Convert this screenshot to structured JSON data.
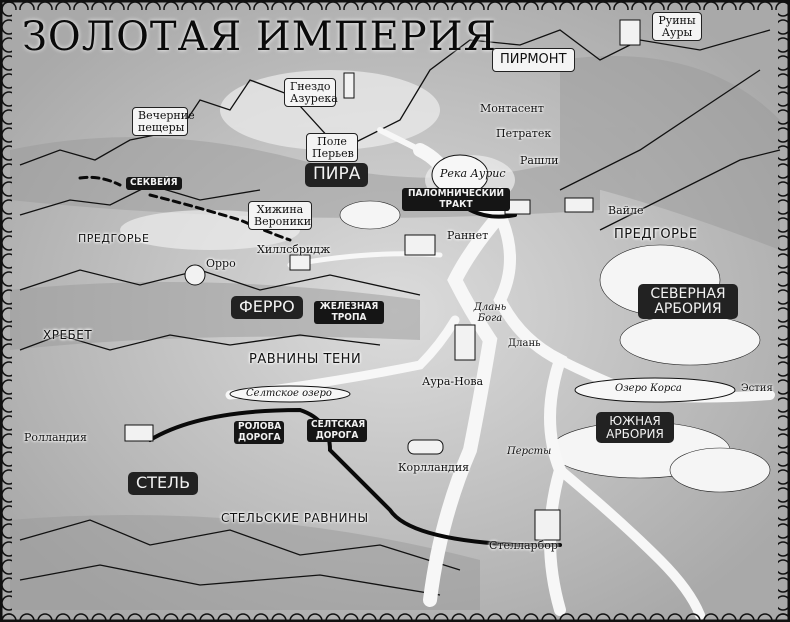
{
  "title": "ЗОЛОТАЯ ИМПЕРИЯ",
  "colors": {
    "land": "#c8c8c8",
    "water": "#f7f7f7",
    "road": "#0a0a0a",
    "label_dark": "#222222",
    "border": "#111111"
  },
  "regions": {
    "pira": "ПИРА",
    "ferro": "ФЕРРО",
    "stel": "СТЕЛЬ",
    "north_arboria": "СЕВЕРНАЯ АРБОРИЯ",
    "south_arboria": "ЮЖНАЯ АРБОРИЯ"
  },
  "roads": {
    "sekveya": "СЕКВЕЙЯ",
    "pilgrim_path": "ПАЛОМНИЧЕСКИЙ ТРАКТ",
    "iron_path": "ЖЕЛЕЗНАЯ ТРОПА",
    "rolova_road": "РОЛОВА ДОРОГА",
    "seltskaya_road": "СЕЛТСКАЯ ДОРОГА"
  },
  "landmarks": {
    "azurek_nest": "Гнездо Азурека",
    "evening_caves": "Вечерние пещеры",
    "feather_field": "Поле Перьев",
    "veronika_hut": "Хижина Вероники",
    "pirmont": "ПИРМОНТ",
    "aura_ruins": "Руины Ауры"
  },
  "terrain": {
    "foothills_west": "ПРЕДГОРЬЕ",
    "foothills_east": "ПРЕДГОРЬЕ",
    "ridge": "ХРЕБЕТ",
    "shadow_plains": "РАВНИНЫ ТЕНИ",
    "stel_plains": "СТЕЛЬСКИЕ РАВНИНЫ"
  },
  "towns": {
    "montasent": "Монтасент",
    "petratek": "Петратек",
    "rashli": "Рашли",
    "vayle": "Вайле",
    "rannet": "Раннет",
    "hillsbridge": "Хиллсбридж",
    "orro": "Орро",
    "aura_nova": "Аура-Нова",
    "estia": "Эстия",
    "rollandia": "Ролландия",
    "korllandia": "Корлландия",
    "stellarbor": "Стелларбор",
    "dlan": "Длань"
  },
  "water": {
    "auris_river": "Река Аурис",
    "selt_lake": "Селтское озеро",
    "korsa_lake": "Озеро Корса",
    "gods_hand": "Длань Бога",
    "fingers": "Персты"
  }
}
